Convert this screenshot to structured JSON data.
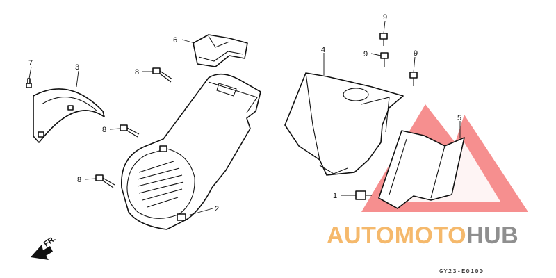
{
  "callouts": {
    "c1": "1",
    "c2": "2",
    "c3": "3",
    "c4": "4",
    "c5": "5",
    "c6": "6",
    "c7": "7",
    "c8a": "8",
    "c8b": "8",
    "c8c": "8",
    "c9a": "9",
    "c9b": "9",
    "c9c": "9"
  },
  "direction_label": "FR.",
  "watermark": {
    "part1": "AUTOMOTO",
    "part2": "HUB",
    "color_primary": "#f2a23b",
    "color_secondary": "#6a6a6a",
    "triangle_color": "#e33333"
  },
  "figure_code": "GY23-E0100"
}
